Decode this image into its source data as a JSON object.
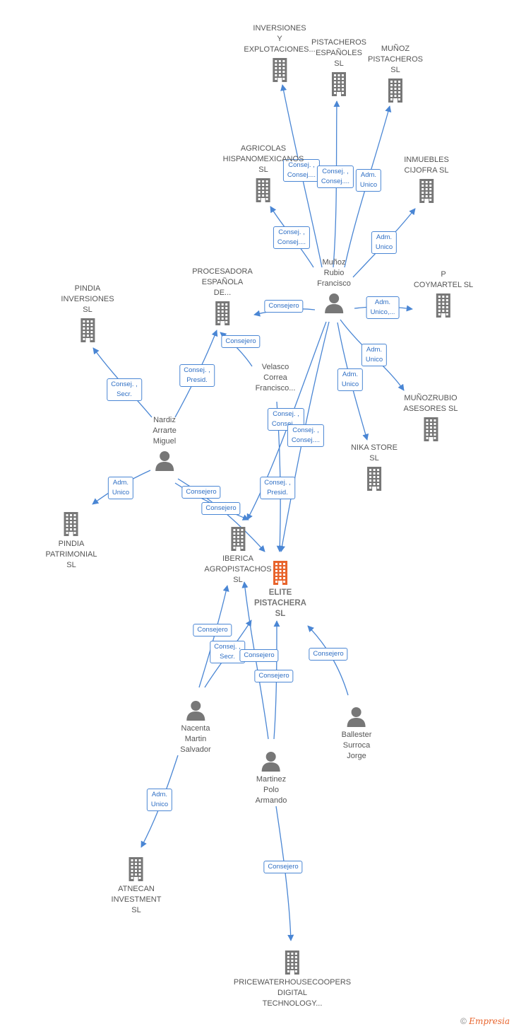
{
  "nodes": {
    "inversiones": {
      "name": [
        "INVERSIONES",
        "Y",
        "EXPLOTACIONES..."
      ],
      "type": "company"
    },
    "pistacheros_esp": {
      "name": [
        "PISTACHEROS",
        "ESPAÑOLES",
        "SL"
      ],
      "type": "company"
    },
    "munoz_pist": {
      "name": [
        "MUÑOZ",
        "PISTACHEROS",
        "SL"
      ],
      "type": "company"
    },
    "agricolas": {
      "name": [
        "AGRICOLAS",
        "HISPANOMEXICANOS",
        "SL"
      ],
      "type": "company"
    },
    "inmuebles": {
      "name": [
        "INMUEBLES",
        "CIJOFRA SL"
      ],
      "type": "company"
    },
    "munoz_rubio": {
      "name": [
        "Muñoz",
        "Rubio",
        "Francisco"
      ],
      "type": "person"
    },
    "procesadora": {
      "name": [
        "PROCESADORA",
        "ESPAÑOLA",
        "DE..."
      ],
      "type": "company"
    },
    "pindia_inv": {
      "name": [
        "PINDIA",
        "INVERSIONES",
        "SL"
      ],
      "type": "company"
    },
    "coymartel": {
      "name": [
        "P",
        "COYMARTEL SL"
      ],
      "type": "company"
    },
    "velasco": {
      "name": [
        "Velasco",
        "Correa",
        "Francisco..."
      ],
      "type": "person"
    },
    "nardiz": {
      "name": [
        "Nardiz",
        "Arrarte",
        "Miguel"
      ],
      "type": "person"
    },
    "munozrubio_ases": {
      "name": [
        "MUÑOZRUBIO",
        "ASESORES SL"
      ],
      "type": "company"
    },
    "nika": {
      "name": [
        "NIKA STORE",
        "SL"
      ],
      "type": "company"
    },
    "pindia_pat": {
      "name": [
        "PINDIA",
        "PATRIMONIAL",
        "SL"
      ],
      "type": "company"
    },
    "iberica": {
      "name": [
        "IBERICA",
        "AGROPISTACHOS",
        "SL"
      ],
      "type": "company"
    },
    "elite": {
      "name": [
        "ELITE",
        "PISTACHERA",
        "SL"
      ],
      "type": "focus"
    },
    "nacenta": {
      "name": [
        "Nacenta",
        "Martin",
        "Salvador"
      ],
      "type": "person"
    },
    "ballester": {
      "name": [
        "Ballester",
        "Surroca",
        "Jorge"
      ],
      "type": "person"
    },
    "martinez": {
      "name": [
        "Martinez",
        "Polo",
        "Armando"
      ],
      "type": "person"
    },
    "atnecan": {
      "name": [
        "ATNECAN",
        "INVESTMENT",
        "SL"
      ],
      "type": "company"
    },
    "pwc": {
      "name": [
        "PRICEWATERHOUSECOOPERS",
        "DIGITAL",
        "TECHNOLOGY..."
      ],
      "type": "company"
    }
  },
  "edges": [
    {
      "id": "e1",
      "label": [
        "Consej. ,",
        "Consej...."
      ]
    },
    {
      "id": "e2",
      "label": [
        "Consej. ,",
        "Consej...."
      ]
    },
    {
      "id": "e3",
      "label": [
        "Adm.",
        "Unico"
      ]
    },
    {
      "id": "e4",
      "label": [
        "Consej. ,",
        "Consej...."
      ]
    },
    {
      "id": "e5",
      "label": [
        "Adm.",
        "Unico"
      ]
    },
    {
      "id": "e6",
      "label": [
        "Consejero"
      ]
    },
    {
      "id": "e7",
      "label": [
        "Adm.",
        "Unico,..."
      ]
    },
    {
      "id": "e8",
      "label": [
        "Adm.",
        "Unico"
      ]
    },
    {
      "id": "e9",
      "label": [
        "Adm.",
        "Unico"
      ]
    },
    {
      "id": "e10",
      "label": [
        "Consej. ,",
        "Consej...."
      ]
    },
    {
      "id": "e11",
      "label": [
        "Consej. ,",
        "Consej...."
      ]
    },
    {
      "id": "e12",
      "label": [
        "Consej. ,",
        "Presid."
      ]
    },
    {
      "id": "e13",
      "label": [
        "Consejero"
      ]
    },
    {
      "id": "e14",
      "label": [
        "Consej. ,",
        "Presid."
      ]
    },
    {
      "id": "e15",
      "label": [
        "Consej. ,",
        "Secr."
      ]
    },
    {
      "id": "e16",
      "label": [
        "Adm.",
        "Unico"
      ]
    },
    {
      "id": "e17",
      "label": [
        "Consejero"
      ]
    },
    {
      "id": "e18",
      "label": [
        "Consejero"
      ]
    },
    {
      "id": "e19",
      "label": [
        "Consejero"
      ]
    },
    {
      "id": "e20",
      "label": [
        "Consej. ,",
        "Secr."
      ]
    },
    {
      "id": "e21",
      "label": [
        "Consejero"
      ]
    },
    {
      "id": "e22",
      "label": [
        "Consejero"
      ]
    },
    {
      "id": "e23",
      "label": [
        "Adm.",
        "Unico"
      ]
    },
    {
      "id": "e24",
      "label": [
        "Consejero"
      ]
    }
  ],
  "credit": {
    "copyright": "©",
    "brand_initial": "E",
    "brand_rest": "mpresia"
  },
  "colors": {
    "edge": "#4a86d4",
    "icon": "#777777",
    "focus_icon": "#e8632b"
  }
}
